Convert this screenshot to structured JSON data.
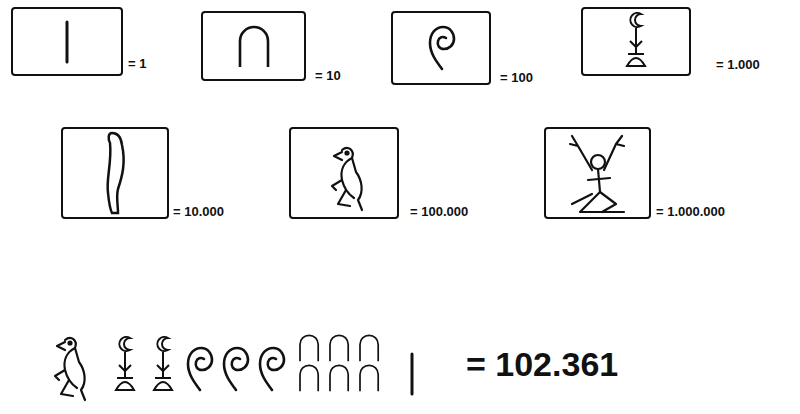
{
  "diagram": {
    "labels": [
      "= 1",
      "= 10",
      "= 100",
      "= 1.000",
      "= 10.000",
      "= 100.000",
      "= 1.000.000",
      "= 102.361"
    ]
  }
}
